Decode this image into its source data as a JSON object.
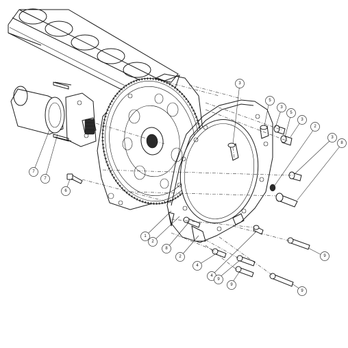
{
  "callouts": [
    {
      "id": "c-starter-1",
      "label": "7"
    },
    {
      "id": "c-starter-2",
      "label": "7"
    },
    {
      "id": "c-bolt-left",
      "label": "6"
    },
    {
      "id": "c-plate-1",
      "label": "1"
    },
    {
      "id": "c-plate-2",
      "label": "2"
    },
    {
      "id": "c-plate-8",
      "label": "8"
    },
    {
      "id": "c-plate-low-2",
      "label": "2"
    },
    {
      "id": "c-top-3",
      "label": "3"
    },
    {
      "id": "c-top-5a",
      "label": "5"
    },
    {
      "id": "c-top-3b",
      "label": "3"
    },
    {
      "id": "c-top-5b",
      "label": "5"
    },
    {
      "id": "c-right-3",
      "label": "3"
    },
    {
      "id": "c-right-2",
      "label": "2"
    },
    {
      "id": "c-right-3b",
      "label": "3"
    },
    {
      "id": "c-right-8",
      "label": "8"
    },
    {
      "id": "c-low-4a",
      "label": "4"
    },
    {
      "id": "c-low-4b",
      "label": "4"
    },
    {
      "id": "c-low-9a",
      "label": "9"
    },
    {
      "id": "c-low-9b",
      "label": "9"
    },
    {
      "id": "c-low-9c",
      "label": "9"
    },
    {
      "id": "c-low-9d",
      "label": "9"
    }
  ]
}
